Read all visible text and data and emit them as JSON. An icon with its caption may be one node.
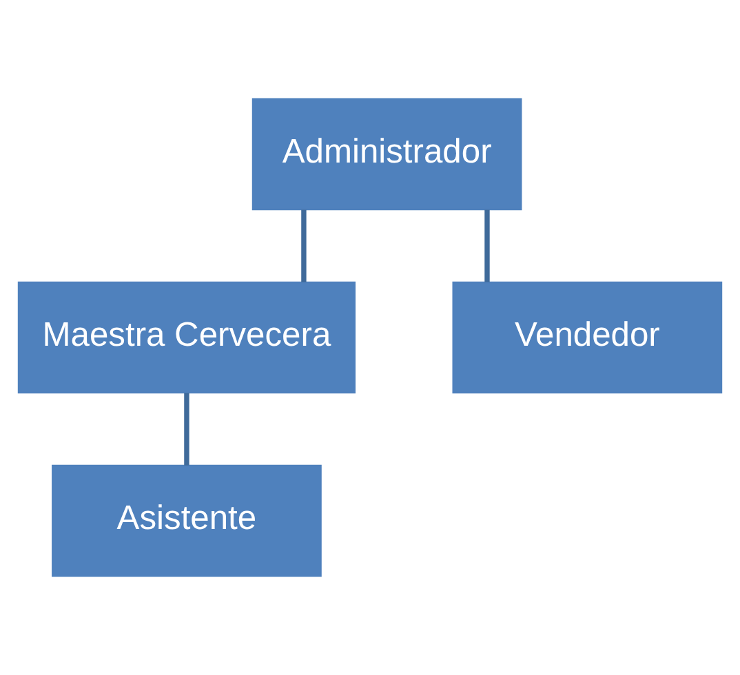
{
  "diagram": {
    "nodes": [
      {
        "text": [
          "Administrador"
        ]
      },
      {
        "text": [
          "Maestra Cervecera"
        ]
      },
      {
        "text": [
          "Vendedor"
        ]
      },
      {
        "text": [
          "Asistente"
        ]
      }
    ],
    "edges": [
      {
        "from": 0,
        "to": 1,
        "arrow": "none"
      },
      {
        "from": 0,
        "to": 2,
        "arrow": "none"
      },
      {
        "from": 1,
        "to": 3,
        "arrow": "none"
      }
    ]
  }
}
